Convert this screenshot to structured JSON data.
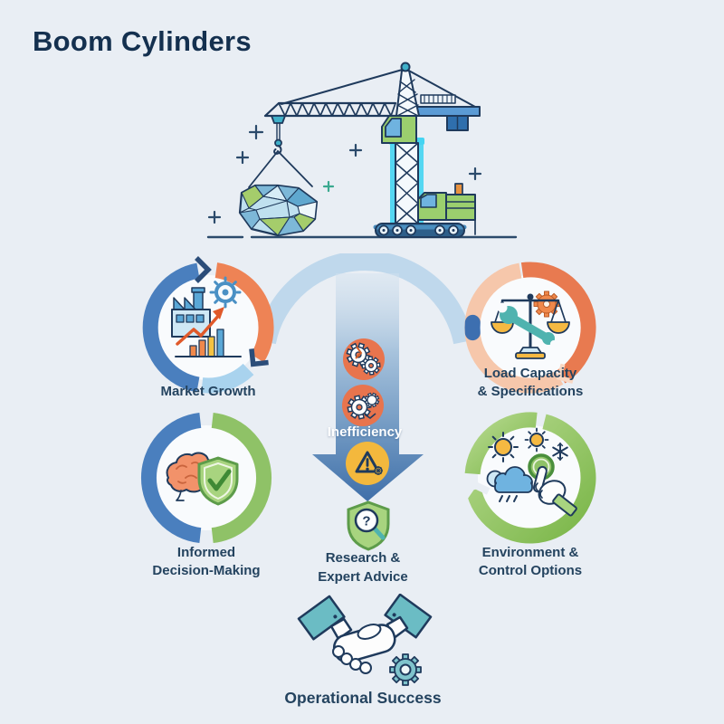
{
  "title": "Boom Cylinders",
  "hero": {
    "icon": "tower-crane-lifting-rock-illustration"
  },
  "nodes": {
    "market_growth": {
      "label": "Market Growth",
      "icon": "factory-growth-chart-icon",
      "ring_colors": [
        "#4a7fbe",
        "#ee8355",
        "#a9d3ee",
        "#2b4d79"
      ]
    },
    "load_capacity": {
      "line1": "Load Capacity",
      "line2": "& Specifications",
      "icon": "balance-scale-wrench-gear-icon",
      "ring_colors": [
        "#e87a50",
        "#f6c7ab",
        "#3d6fb0"
      ]
    },
    "informed_decision": {
      "line1": "Informed",
      "line2": "Decision-Making",
      "icon": "brain-shield-check-icon",
      "ring_colors": [
        "#4a7fbe",
        "#8fc267"
      ]
    },
    "environment": {
      "line1": "Environment &",
      "line2": "Control Options",
      "icon": "weather-touch-control-icon",
      "ring_colors": [
        "#b6d98e",
        "#7ab648"
      ]
    }
  },
  "flow": {
    "inefficiency_label": "Inefficiency",
    "badges": [
      {
        "icon": "broken-gears-icon",
        "color": "#e8744d"
      },
      {
        "icon": "broken-gears-icon",
        "color": "#e8744d"
      },
      {
        "icon": "warning-triangle-icon",
        "color": "#f3b83d"
      }
    ],
    "research": {
      "line1": "Research &",
      "line2": "Expert Advice",
      "icon": "shield-magnifier-question-icon",
      "magnifier_glyph": "?"
    },
    "success": {
      "label": "Operational Success",
      "icon": "handshake-gear-icon"
    }
  },
  "colors": {
    "background": "#e9eef4",
    "title_text": "#14304f",
    "label_text": "#24435f",
    "outline_navy": "#1f3a5c",
    "arrow_blue": "#3f6fa9",
    "arc_blue": "#bfd8ec",
    "crane_green": "#9bcf6e",
    "glow_cyan": "#45d4f2",
    "teal": "#6bbcc4",
    "orange": "#e8744d",
    "yellow": "#f3b83d",
    "white_text": "#ffffff"
  }
}
